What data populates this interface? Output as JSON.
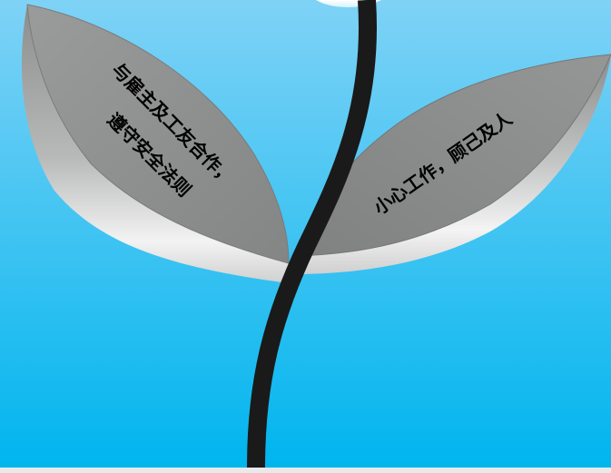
{
  "colors": {
    "sky_top": "#7fd2f6",
    "sky_bottom": "#00b5ee",
    "bottom_strip": "#e9e9ea",
    "stem": "#1a1a1a",
    "leaf_top": "#8f9090",
    "leaf_edge_light": "#f2f2f2",
    "text": "#000000"
  },
  "left_leaf": {
    "line1": "与雇主及工友合作，",
    "line2": "遵守安全法则"
  },
  "right_leaf": {
    "line1": "小心工作，顾己及人"
  }
}
